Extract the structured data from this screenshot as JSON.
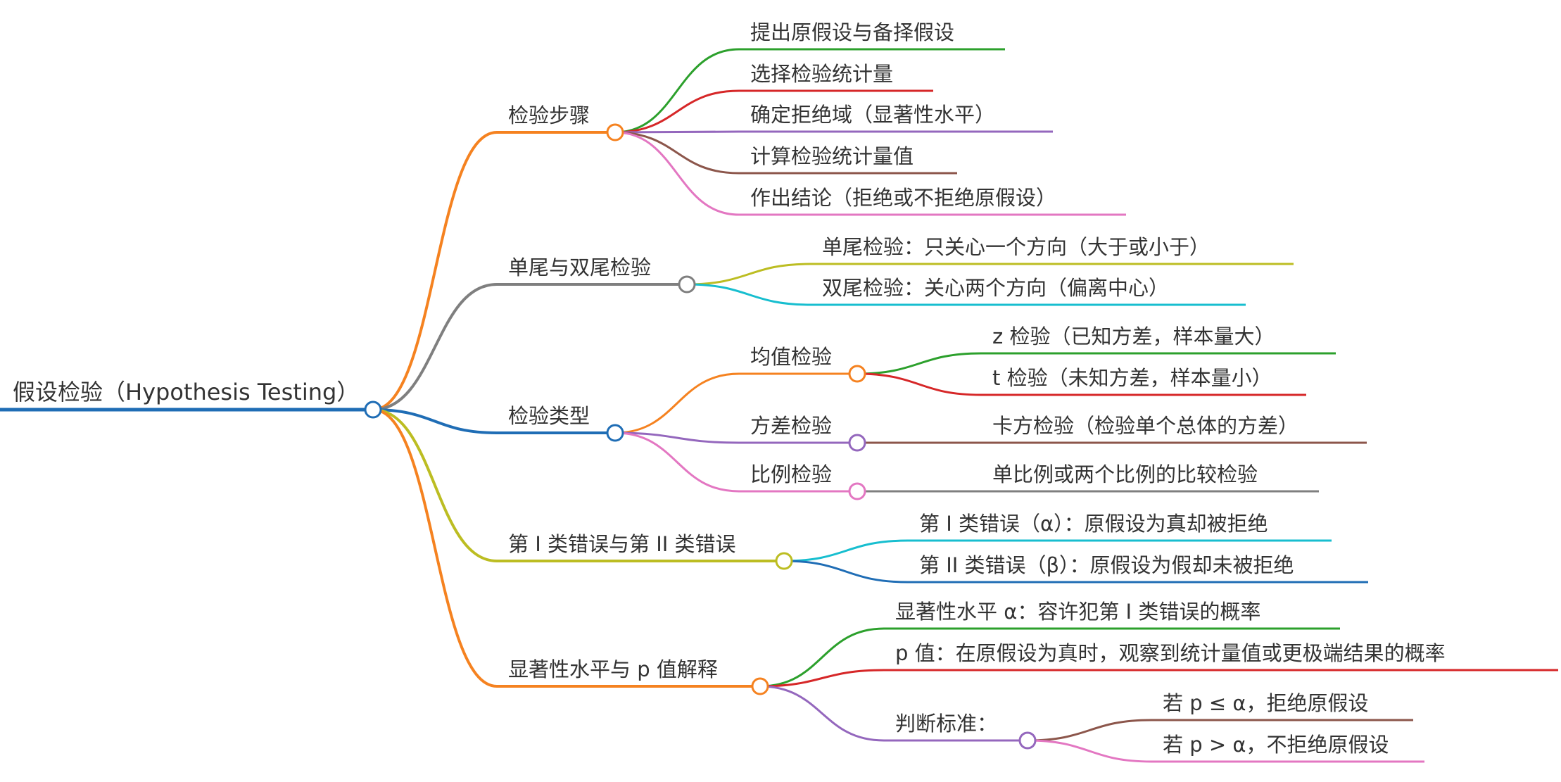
{
  "mindmap": {
    "root": {
      "label": "假设检验（Hypothesis Testing）",
      "color": "#1f6db5"
    },
    "branches": [
      {
        "id": "steps",
        "label": "检验步骤",
        "color": "#f58220",
        "children": [
          {
            "label": "提出原假设与备择假设",
            "color": "#2ca02c"
          },
          {
            "label": "选择检验统计量",
            "color": "#d62728"
          },
          {
            "label": "确定拒绝域（显著性水平）",
            "color": "#9467bd"
          },
          {
            "label": "计算检验统计量值",
            "color": "#8c564b"
          },
          {
            "label": "作出结论（拒绝或不拒绝原假设）",
            "color": "#e377c2"
          }
        ]
      },
      {
        "id": "tails",
        "label": "单尾与双尾检验",
        "color": "#7f7f7f",
        "children": [
          {
            "label": "单尾检验：只关心一个方向（大于或小于）",
            "color": "#bcbd22"
          },
          {
            "label": "双尾检验：关心两个方向（偏离中心）",
            "color": "#17becf"
          }
        ]
      },
      {
        "id": "types",
        "label": "检验类型",
        "color": "#1f6db5",
        "children": [
          {
            "label": "均值检验",
            "color": "#f58220",
            "children": [
              {
                "label": "z 检验（已知方差，样本量大）",
                "color": "#2ca02c"
              },
              {
                "label": "t 检验（未知方差，样本量小）",
                "color": "#d62728"
              }
            ]
          },
          {
            "label": "方差检验",
            "color": "#9467bd",
            "children": [
              {
                "label": "卡方检验（检验单个总体的方差）",
                "color": "#8c564b"
              }
            ]
          },
          {
            "label": "比例检验",
            "color": "#e377c2",
            "children": [
              {
                "label": "单比例或两个比例的比较检验",
                "color": "#7f7f7f"
              }
            ]
          }
        ]
      },
      {
        "id": "errors",
        "label": "第 I 类错误与第 II 类错误",
        "color": "#bcbd22",
        "children": [
          {
            "label": "第 I 类错误（α）：原假设为真却被拒绝",
            "color": "#17becf"
          },
          {
            "label": "第 II 类错误（β）：原假设为假却未被拒绝",
            "color": "#1f6db5"
          }
        ]
      },
      {
        "id": "pvalue",
        "label": "显著性水平与 p 值解释",
        "color": "#f58220",
        "children": [
          {
            "label": "显著性水平 α：容许犯第 I 类错误的概率",
            "color": "#2ca02c"
          },
          {
            "label": "p 值：在原假设为真时，观察到统计量值或更极端结果的概率",
            "color": "#d62728"
          },
          {
            "label": "判断标准：",
            "color": "#9467bd",
            "children": [
              {
                "label": "若 p ≤ α，拒绝原假设",
                "color": "#8c564b"
              },
              {
                "label": "若 p > α，不拒绝原假设",
                "color": "#e377c2"
              }
            ]
          }
        ]
      }
    ]
  }
}
